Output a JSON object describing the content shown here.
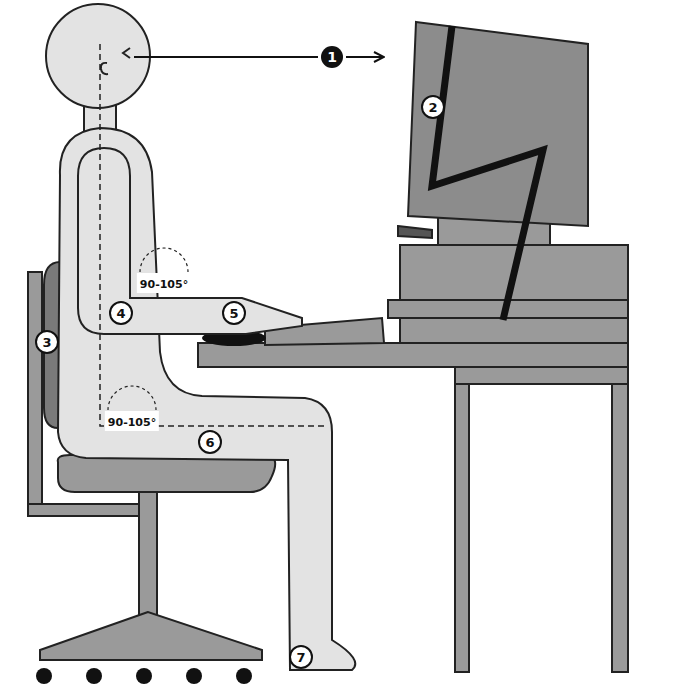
{
  "diagram": {
    "labels": [
      "1",
      "2",
      "90-105°",
      "3",
      "4",
      "5",
      "90-105°",
      "6",
      "7"
    ]
  }
}
